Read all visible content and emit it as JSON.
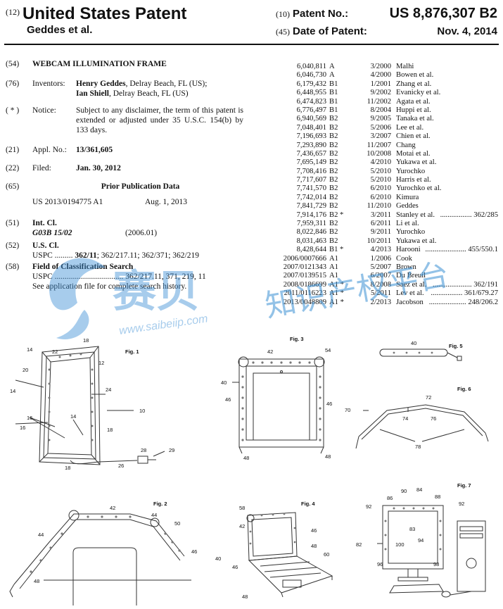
{
  "header": {
    "code12": "(12)",
    "title": "United States Patent",
    "inventors_short": "Geddes et al.",
    "code10": "(10)",
    "patent_no_label": "Patent No.:",
    "patent_no": "US 8,876,307 B2",
    "code45": "(45)",
    "date_label": "Date of Patent:",
    "date": "Nov. 4, 2014"
  },
  "biblio": {
    "title_code": "(54)",
    "title": "WEBCAM ILLUMINATION FRAME",
    "inventors_code": "(76)",
    "inventors_label": "Inventors:",
    "inventor1_name": "Henry Geddes",
    "inventor1_loc": ", Delray Beach, FL (US);",
    "inventor2_name": "Ian Shiell",
    "inventor2_loc": ", Delray Beach, FL (US)",
    "notice_code": "( * )",
    "notice_label": "Notice:",
    "notice_text": "Subject to any disclaimer, the term of this patent is extended or adjusted under 35 U.S.C. 154(b) by 133 days.",
    "appl_code": "(21)",
    "appl_label": "Appl. No.:",
    "appl_no": "13/361,605",
    "filed_code": "(22)",
    "filed_label": "Filed:",
    "filed_date": "Jan. 30, 2012",
    "prior_code": "(65)",
    "prior_heading": "Prior Publication Data",
    "prior_pub": "US 2013/0194775 A1",
    "prior_date": "Aug. 1, 2013",
    "intcl_code": "(51)",
    "intcl_label": "Int. Cl.",
    "intcl_class": "G03B 15/02",
    "intcl_year": "(2006.01)",
    "uscl_code": "(52)",
    "uscl_label": "U.S. Cl.",
    "uscl_prefix": "USPC .........",
    "uscl_main": "362/11",
    "uscl_rest": "; 362/217.11; 362/371; 362/219",
    "field_code": "(58)",
    "field_label": "Field of Classification Search",
    "field_line": "USPC .................................. 362/217.11, 371, 219, 11",
    "field_note": "See application file for complete search history."
  },
  "references": [
    {
      "num": "6,040,811",
      "kind": "A",
      "date": "3/2000",
      "name": "Malhi",
      "cls": ""
    },
    {
      "num": "6,046,730",
      "kind": "A",
      "date": "4/2000",
      "name": "Bowen et al.",
      "cls": ""
    },
    {
      "num": "6,179,432",
      "kind": "B1",
      "date": "1/2001",
      "name": "Zhang et al.",
      "cls": ""
    },
    {
      "num": "6,448,955",
      "kind": "B1",
      "date": "9/2002",
      "name": "Evanicky et al.",
      "cls": ""
    },
    {
      "num": "6,474,823",
      "kind": "B1",
      "date": "11/2002",
      "name": "Agata et al.",
      "cls": ""
    },
    {
      "num": "6,776,497",
      "kind": "B1",
      "date": "8/2004",
      "name": "Huppi et al.",
      "cls": ""
    },
    {
      "num": "6,940,569",
      "kind": "B2",
      "date": "9/2005",
      "name": "Tanaka et al.",
      "cls": ""
    },
    {
      "num": "7,048,401",
      "kind": "B2",
      "date": "5/2006",
      "name": "Lee et al.",
      "cls": ""
    },
    {
      "num": "7,196,693",
      "kind": "B2",
      "date": "3/2007",
      "name": "Chien et al.",
      "cls": ""
    },
    {
      "num": "7,293,890",
      "kind": "B2",
      "date": "11/2007",
      "name": "Chang",
      "cls": ""
    },
    {
      "num": "7,436,657",
      "kind": "B2",
      "date": "10/2008",
      "name": "Motai et al.",
      "cls": ""
    },
    {
      "num": "7,695,149",
      "kind": "B2",
      "date": "4/2010",
      "name": "Yukawa et al.",
      "cls": ""
    },
    {
      "num": "7,708,416",
      "kind": "B2",
      "date": "5/2010",
      "name": "Yurochko",
      "cls": ""
    },
    {
      "num": "7,717,607",
      "kind": "B2",
      "date": "5/2010",
      "name": "Harris et al.",
      "cls": ""
    },
    {
      "num": "7,741,570",
      "kind": "B2",
      "date": "6/2010",
      "name": "Yurochko et al.",
      "cls": ""
    },
    {
      "num": "7,742,014",
      "kind": "B2",
      "date": "6/2010",
      "name": "Kimura",
      "cls": ""
    },
    {
      "num": "7,841,729",
      "kind": "B2",
      "date": "11/2010",
      "name": "Geddes",
      "cls": ""
    },
    {
      "num": "7,914,176",
      "kind": "B2 *",
      "date": "3/2011",
      "name": "Stanley et al.",
      "cls": "................. 362/285"
    },
    {
      "num": "7,959,311",
      "kind": "B2",
      "date": "6/2011",
      "name": "Li et al.",
      "cls": ""
    },
    {
      "num": "8,022,846",
      "kind": "B2",
      "date": "9/2011",
      "name": "Yurochko",
      "cls": ""
    },
    {
      "num": "8,031,463",
      "kind": "B2",
      "date": "10/2011",
      "name": "Yukawa et al.",
      "cls": ""
    },
    {
      "num": "8,428,644",
      "kind": "B1 *",
      "date": "4/2013",
      "name": "Harooni",
      "cls": "...................... 455/550.1"
    },
    {
      "num": "2006/0007666",
      "kind": "A1",
      "date": "1/2006",
      "name": "Cook",
      "cls": ""
    },
    {
      "num": "2007/0121343",
      "kind": "A1",
      "date": "5/2007",
      "name": "Brown",
      "cls": ""
    },
    {
      "num": "2007/0139515",
      "kind": "A1",
      "date": "6/2007",
      "name": "Du Breuil",
      "cls": ""
    },
    {
      "num": "2008/0186699",
      "kind": "A1 *",
      "date": "8/2008",
      "name": "Saez et al.",
      "cls": "..................... 362/191"
    },
    {
      "num": "2011/0116223",
      "kind": "A1 *",
      "date": "5/2011",
      "name": "Lev et al.",
      "cls": "................. 361/679.27"
    },
    {
      "num": "2013/0048809",
      "kind": "A1 *",
      "date": "2/2013",
      "name": "Jacobson",
      "cls": ".................... 248/206.2"
    }
  ],
  "figures": {
    "fig1": {
      "label": "Fig. 1",
      "n14a": "14",
      "n22": "22",
      "n18a": "18",
      "n12": "12",
      "n20": "20",
      "n14b": "14",
      "n24": "24",
      "n16a": "16",
      "n14c": "14",
      "n10": "10",
      "n16b": "16",
      "n18b": "18",
      "n28": "28",
      "n29": "29",
      "n26": "26",
      "n18c": "18"
    },
    "fig2": {
      "label": "Fig. 2",
      "n42": "42",
      "n44": "44",
      "n50": "50",
      "n46": "46",
      "n48": "48"
    },
    "fig3": {
      "label": "Fig. 3",
      "n42": "42",
      "n54": "54",
      "n40": "40",
      "n46a": "46",
      "n46b": "46",
      "n48a": "48",
      "n48b": "48"
    },
    "fig4": {
      "label": "Fig. 4",
      "n58": "58",
      "n42": "42",
      "n46": "46",
      "n40": "40",
      "n48a": "48",
      "n60": "60",
      "n46b": "46",
      "n48b": "48"
    },
    "fig5": {
      "label": "Fig. 5",
      "n40": "40"
    },
    "fig6": {
      "label": "Fig. 6",
      "n72": "72",
      "n70": "70",
      "n74": "74",
      "n76": "76",
      "n78": "78"
    },
    "fig7": {
      "label": "Fig. 7",
      "n90": "90",
      "n84": "84",
      "n86": "86",
      "n88": "88",
      "n92a": "92",
      "n92b": "92",
      "n82": "82",
      "n83": "83",
      "n100": "100",
      "n94": "94",
      "n96": "96",
      "n98": "98"
    }
  },
  "watermark": {
    "cn_main": "赛贝",
    "url": "www.saibeiip.com",
    "cn_side": "知识产权平台"
  },
  "colors": {
    "text": "#111111",
    "line": "#333333",
    "watermark": "#3b8fd4"
  }
}
